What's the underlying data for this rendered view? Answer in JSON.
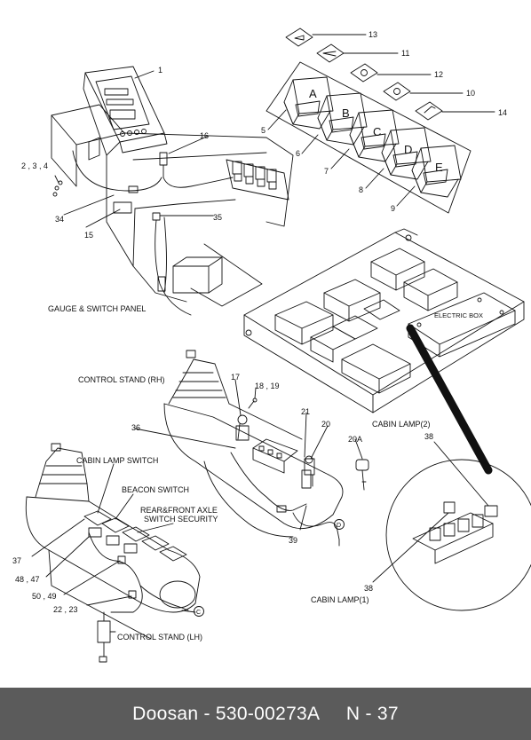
{
  "footer": {
    "text": "Doosan - 530-00273A     N - 37"
  },
  "labels": {
    "gauge_switch_panel": "GAUGE & SWITCH PANEL",
    "control_stand_rh": "CONTROL STAND (RH)",
    "control_stand_lh": "CONTROL STAND (LH)",
    "cabin_lamp_switch": "CABIN LAMP SWITCH",
    "beacon_switch": "BEACON SWITCH",
    "rear_front_axle_1": "REAR&FRONT AXLE",
    "rear_front_axle_2": "SWITCH SECURITY",
    "electric_box": "ELECTRIC BOX",
    "cabin_lamp_2": "CABIN LAMP(2)",
    "cabin_lamp_1": "CABIN LAMP(1)"
  },
  "switch_letters": [
    "A",
    "B",
    "C",
    "D",
    "E"
  ],
  "callouts": {
    "c1": "1",
    "c2_3_4": "2 , 3 , 4",
    "c5": "5",
    "c6": "6",
    "c7": "7",
    "c8": "8",
    "c9": "9",
    "c10": "10",
    "c11": "11",
    "c12": "12",
    "c13": "13",
    "c14": "14",
    "c15": "15",
    "c16": "16",
    "c17": "17",
    "c18_19": "18 , 19",
    "c20": "20",
    "c20a": "20A",
    "c21": "21",
    "c22_23": "22 , 23",
    "c34": "34",
    "c35": "35",
    "c36": "36",
    "c37": "37",
    "c38a": "38",
    "c38b": "38",
    "c39": "39",
    "c48_47": "48 , 47",
    "c50_49": "50 , 49",
    "conn_c": "C",
    "conn_d": "D"
  }
}
